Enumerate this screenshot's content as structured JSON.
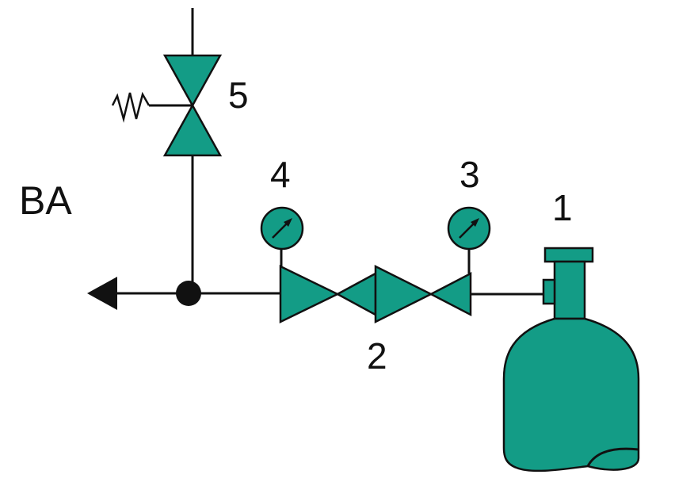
{
  "labels": {
    "outlet": "BA",
    "cylinder": "1",
    "pressure_regulator": "2",
    "gauge_inlet": "3",
    "gauge_outlet": "4",
    "relief_valve": "5"
  },
  "colors": {
    "fill": "#139C86",
    "stroke": "#111111",
    "background": "#ffffff"
  },
  "icons": {
    "gauge": "pressure-gauge-icon",
    "spring": "spring-icon",
    "arrow": "flow-arrow-icon",
    "junction": "junction-dot-icon"
  }
}
